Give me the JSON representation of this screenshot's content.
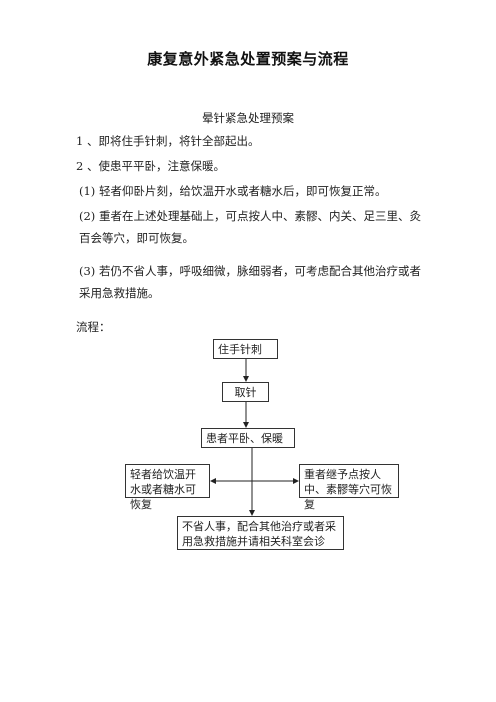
{
  "document": {
    "title": "康复意外紧急处置预案与流程",
    "subtitle": "晕针紧急处理预案",
    "paragraphs": [
      "1 、即将住手针刺，将针全部起出。",
      "2 、使患平平卧，注意保暖。",
      "(1) 轻者仰卧片刻，给饮温开水或者糖水后，即可恢复正常。",
      "(2) 重者在上述处理基础上，可点按人中、素髎、内关、足三里、灸百会等穴，即可恢复。",
      "(3) 若仍不省人事，呼吸细微，脉细弱者，可考虑配合其他治疗或者 采用急救措施。",
      "流程："
    ]
  },
  "flowchart": {
    "step1": "住手针刺",
    "step2": "取针",
    "step3": "患者平卧、保暖",
    "left": "轻者给饮温开水或者糖水可恢复",
    "right": "重者继予点按人中、素髎等穴可恢复",
    "bottom": "不省人事，配合其他治疗或者采用急救措施并请相关科室会诊"
  }
}
